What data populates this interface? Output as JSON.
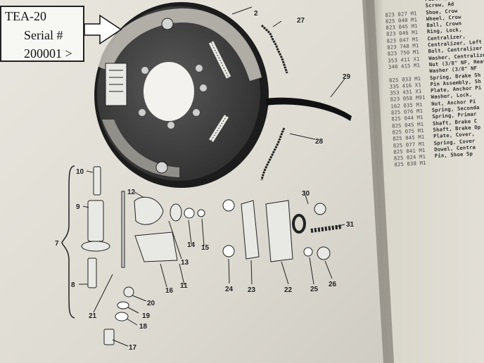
{
  "callout": {
    "line1": "TEA-20",
    "line2": "Serial #",
    "line3": "200001 >"
  },
  "diagram_labels": [
    {
      "id": "label-2",
      "text": "2"
    },
    {
      "id": "label-27",
      "text": "27"
    },
    {
      "id": "label-29",
      "text": "29"
    },
    {
      "id": "label-28",
      "text": "28"
    },
    {
      "id": "label-10",
      "text": "10"
    },
    {
      "id": "label-9",
      "text": "9"
    },
    {
      "id": "label-7",
      "text": "7"
    },
    {
      "id": "label-8",
      "text": "8"
    },
    {
      "id": "label-12",
      "text": "12"
    },
    {
      "id": "label-14",
      "text": "14"
    },
    {
      "id": "label-15",
      "text": "15"
    },
    {
      "id": "label-13",
      "text": "13"
    },
    {
      "id": "label-16",
      "text": "16"
    },
    {
      "id": "label-11",
      "text": "11"
    },
    {
      "id": "label-21",
      "text": "21"
    },
    {
      "id": "label-20",
      "text": "20"
    },
    {
      "id": "label-19",
      "text": "19"
    },
    {
      "id": "label-18",
      "text": "18"
    },
    {
      "id": "label-17",
      "text": "17"
    },
    {
      "id": "label-24",
      "text": "24"
    },
    {
      "id": "label-23",
      "text": "23"
    },
    {
      "id": "label-22",
      "text": "22"
    },
    {
      "id": "label-25",
      "text": "25"
    },
    {
      "id": "label-26",
      "text": "26"
    },
    {
      "id": "label-30",
      "text": "30"
    },
    {
      "id": "label-31",
      "text": "31"
    }
  ],
  "parts_list": [
    {
      "num": "",
      "desc": "Piston, Wh"
    },
    {
      "num": "",
      "desc": "Screw, Ad"
    },
    {
      "num": "823 027 M1",
      "desc": "Shoe, Crow"
    },
    {
      "num": "825 040 M1",
      "desc": "Wheel, Crow"
    },
    {
      "num": "823 045 M1",
      "desc": "Ball, Crown"
    },
    {
      "num": "823 046 M1",
      "desc": "Ring, Lock,"
    },
    {
      "num": "823 047 M1",
      "desc": "Centralizer,"
    },
    {
      "num": "823 748 M1",
      "desc": "Centralizer, Left"
    },
    {
      "num": "823 750 M1",
      "desc": "Bolt, Centralizer"
    },
    {
      "num": "353 411 X1",
      "desc": "Washer, Centralizer"
    },
    {
      "num": "340 415 M1",
      "desc": "Nut (3/8\" NF, Heav"
    },
    {
      "num": "",
      "desc": "Washer (3/8\" NF"
    },
    {
      "num": "825 033 M1",
      "desc": "Spring, Brake Sh"
    },
    {
      "num": "335 416 X1",
      "desc": "Pin Assembly, Sh"
    },
    {
      "num": "353 431 X1",
      "desc": "Plate, Anchor Pi"
    },
    {
      "num": "823 058 M91",
      "desc": "Washer, Lock,"
    },
    {
      "num": "162 035 M1",
      "desc": "Nut, Anchor Pi"
    },
    {
      "num": "825 076 M1",
      "desc": "Spring, Seconda"
    },
    {
      "num": "825 044 M1",
      "desc": "Spring, Primar"
    },
    {
      "num": "825 045 M1",
      "desc": "Shaft, Brake C"
    },
    {
      "num": "825 075 M1",
      "desc": "Shaft, Brake Op"
    },
    {
      "num": "825 045 M1",
      "desc": "Plate, Cover,"
    },
    {
      "num": "825 077 M1",
      "desc": "Spring, Cover"
    },
    {
      "num": "825 041 M1",
      "desc": "Dowel, Centra"
    },
    {
      "num": "825 024 M1",
      "desc": "Pin, Shoe Sp"
    },
    {
      "num": "825 038 M1",
      "desc": ""
    }
  ]
}
